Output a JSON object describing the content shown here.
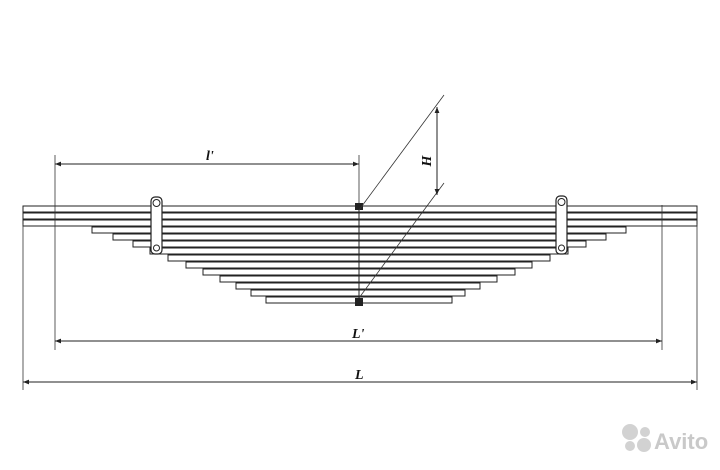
{
  "diagram": {
    "labels": {
      "l_prime": "l'",
      "H": "H",
      "L_prime": "L'",
      "L": "L"
    }
  },
  "watermark": {
    "text": "Avito",
    "icon": "avito-dots-icon",
    "color": "#c9c9c9"
  },
  "colors": {
    "line": "#222222",
    "background": "#ffffff"
  }
}
